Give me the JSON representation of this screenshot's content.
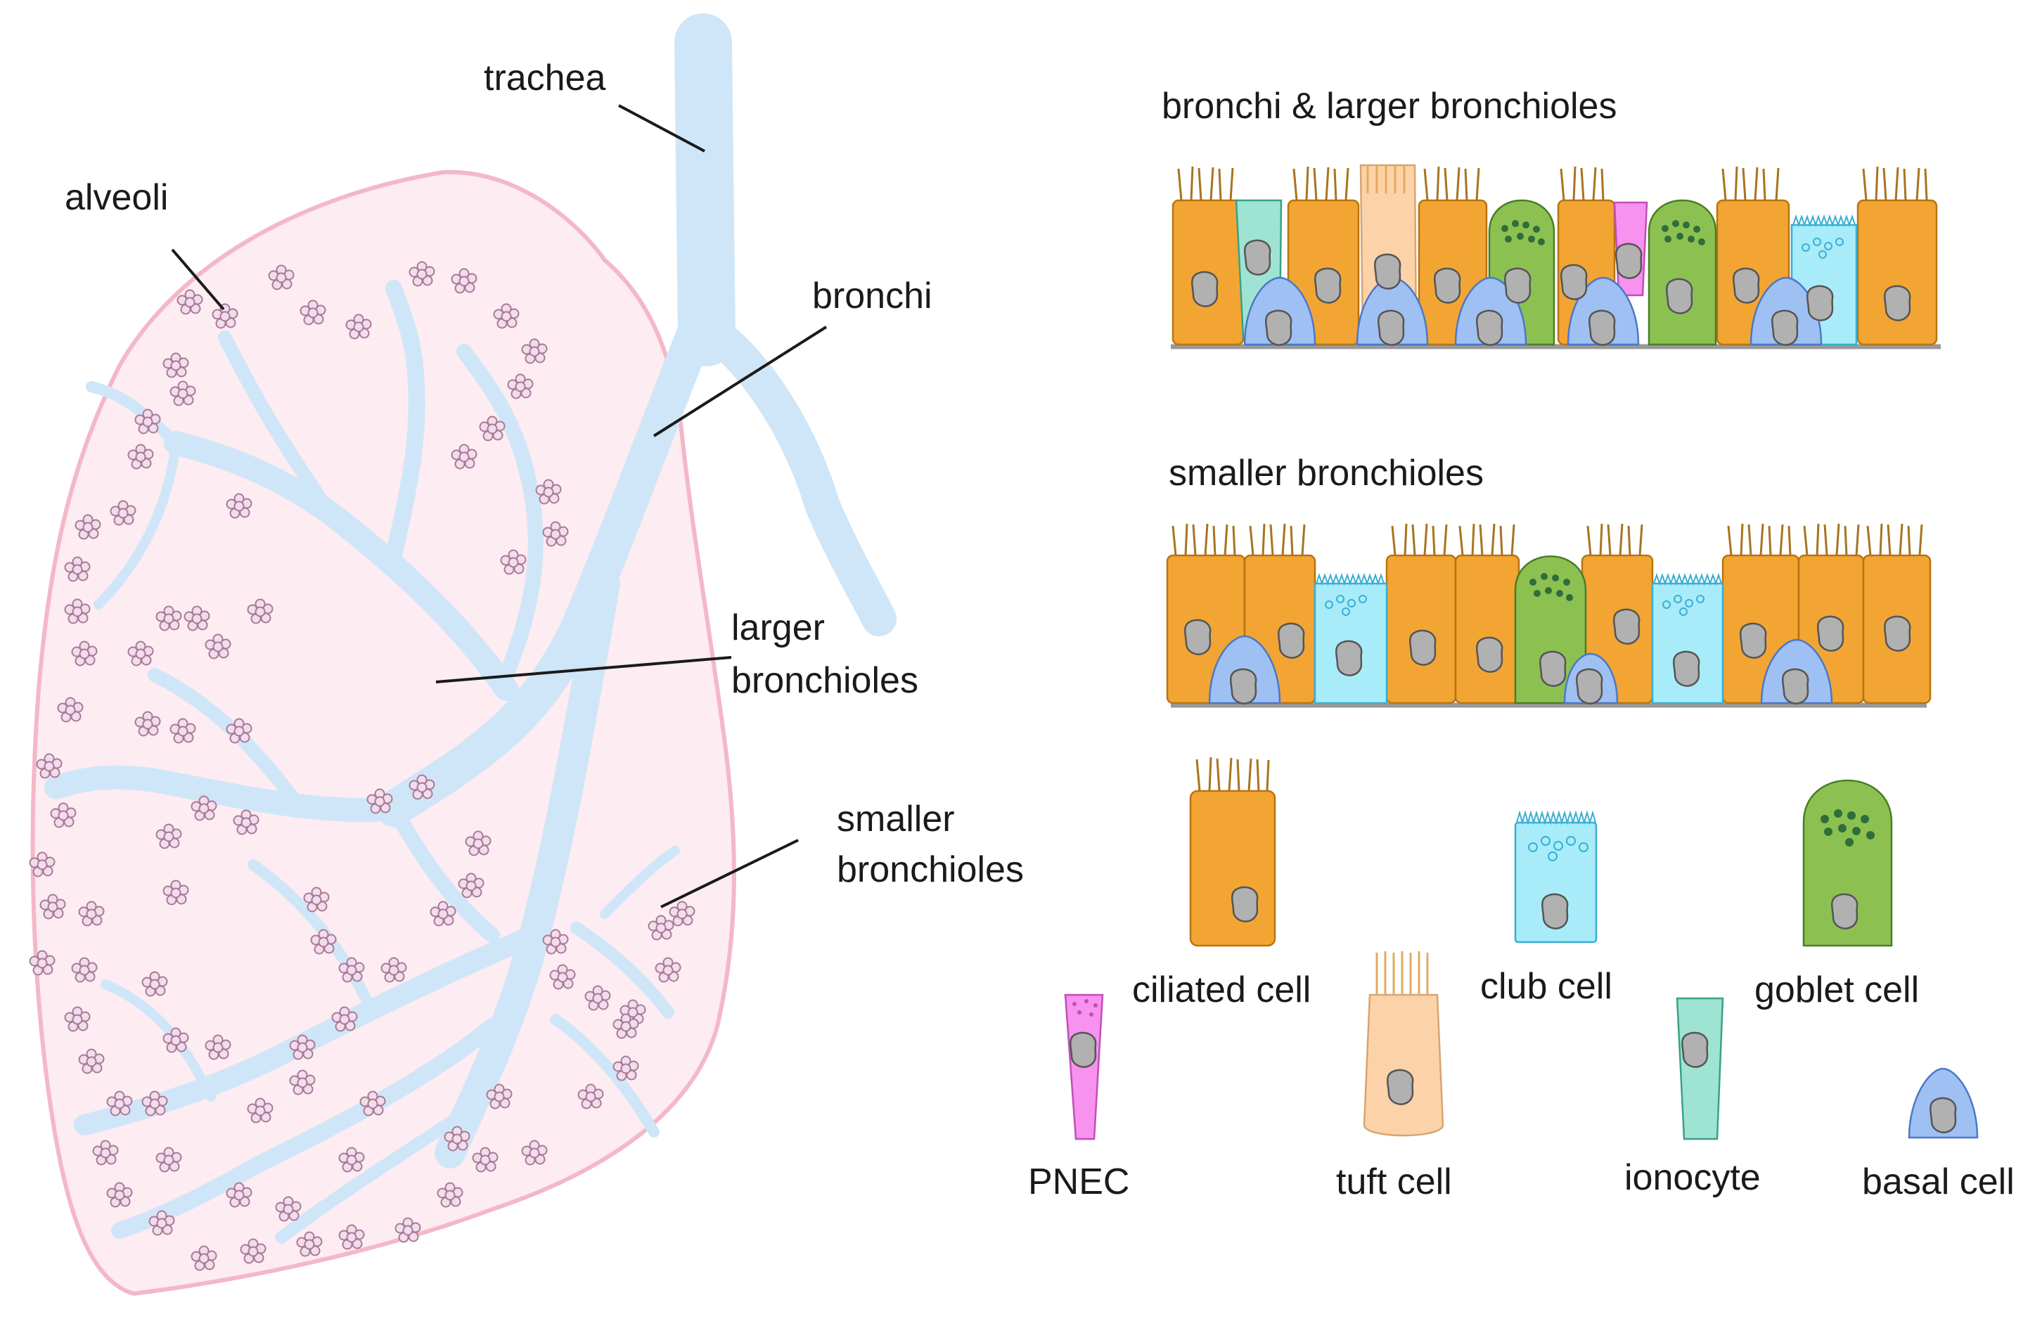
{
  "labels": {
    "trachea": "trachea",
    "alveoli": "alveoli",
    "bronchi": "bronchi",
    "larger_bronchioles_1": "larger",
    "larger_bronchioles_2": "bronchioles",
    "smaller_bronchioles_1": "smaller",
    "smaller_bronchioles_2": "bronchioles"
  },
  "panels": {
    "upper_title": "bronchi & larger bronchioles",
    "lower_title": "smaller bronchioles"
  },
  "legend": {
    "ciliated": "ciliated cell",
    "club": "club cell",
    "goblet": "goblet cell",
    "pnec": "PNEC",
    "tuft": "tuft cell",
    "ionocyte": "ionocyte",
    "basal": "basal cell"
  },
  "colors": {
    "lung_fill": "#fdecf1",
    "lung_edge": "#f3b8c8",
    "airway": "#cfe6f8",
    "alveolus_fill": "#f3dceb",
    "alveolus_edge": "#a77b98",
    "ciliated": "#f3a533",
    "club": "#a8ecfa",
    "goblet": "#8cc152",
    "pnec": "#f792ee",
    "tuft": "#fcd3a8",
    "ionocyte": "#9fe3d3",
    "basal": "#9fc0f3",
    "nucleus": "#b1b1b1"
  }
}
